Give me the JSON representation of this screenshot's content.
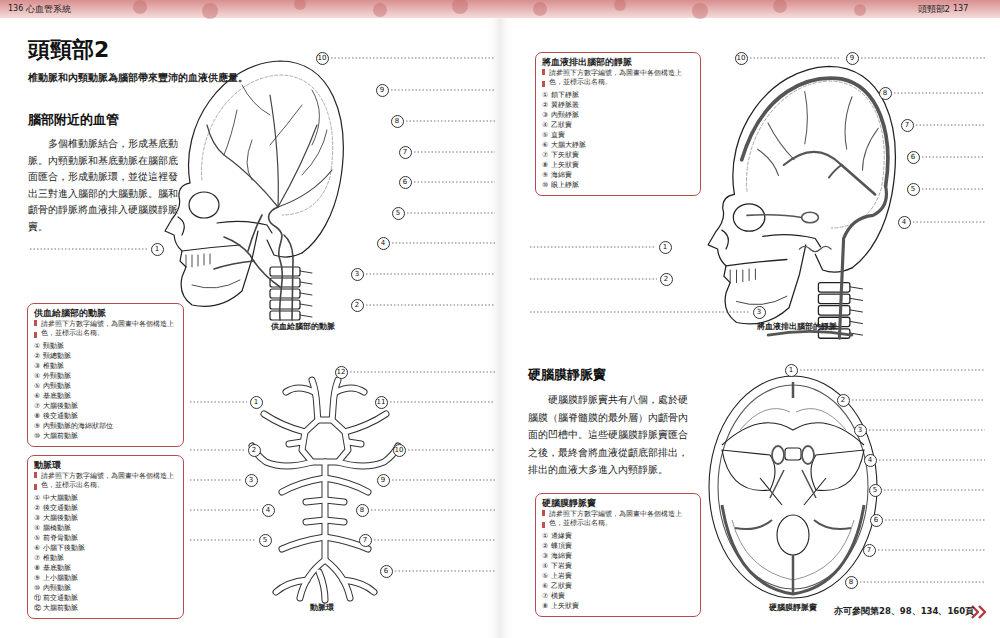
{
  "diagram": {
    "title": "頭頸部2",
    "nodes": [
      {
        "text": [
          "供血給腦部的動脈",
          "請參照下方數字編號，為圖畫中各個構造上色，並標示出名稱。",
          "① 頸動脈",
          "② 頸總動脈",
          "③ 椎動脈",
          "④ 外頸動脈",
          "⑤ 內頸動脈",
          "⑥ 基底動脈",
          "⑦ 大腦後動脈",
          "⑧ 後交通動脈",
          "⑨ 內頸動脈的海綿狀部位",
          "⑩ 大腦前動脈"
        ]
      },
      {
        "text": [
          "動脈環",
          "請參照下方數字編號，為圖畫中各個構造上色，並標示出名稱。",
          "① 中大腦動脈",
          "② 後交通動脈",
          "③ 大腦後動脈",
          "④ 腦橋動脈",
          "⑤ 前脊骨動脈",
          "⑥ 小腦下後動脈",
          "⑦ 椎動脈",
          "⑧ 基底動脈",
          "⑨ 上小腦動脈",
          "⑩ 內頸動脈",
          "⑪ 前交通動脈",
          "⑫ 大腦前動脈"
        ]
      },
      {
        "text": [
          "1"
        ]
      },
      {
        "text": [
          "2"
        ]
      },
      {
        "text": [
          "3"
        ]
      },
      {
        "text": [
          "4"
        ]
      },
      {
        "text": [
          "5"
        ]
      },
      {
        "text": [
          "6"
        ]
      },
      {
        "text": [
          "7"
        ]
      },
      {
        "text": [
          "8"
        ]
      },
      {
        "text": [
          "9"
        ]
      },
      {
        "text": [
          "10"
        ]
      },
      {
        "text": [
          "1"
        ]
      },
      {
        "text": [
          "2"
        ]
      },
      {
        "text": [
          "3"
        ]
      },
      {
        "text": [
          "4"
        ]
      },
      {
        "text": [
          "5"
        ]
      },
      {
        "text": [
          "6"
        ]
      },
      {
        "text": [
          "7"
        ]
      },
      {
        "text": [
          "8"
        ]
      },
      {
        "text": [
          "9"
        ]
      },
      {
        "text": [
          "10"
        ]
      },
      {
        "text": [
          "11"
        ]
      },
      {
        "text": [
          "12"
        ]
      },
      {
        "text": [
          "將血液排出腦部的靜脈",
          "請參照下方數字編號，為圖畫中各個構造上色，並標示出名稱。",
          "① 鎖下靜脈",
          "② 翼靜脈叢",
          "③ 內頸靜脈",
          "④ 乙狀竇",
          "⑤ 直竇",
          "⑥ 大腦大靜脈",
          "⑦ 下矢狀竇",
          "⑧ 上矢狀竇",
          "⑨ 海綿竇",
          "⑩ 眼上靜脈"
        ]
      },
      {
        "text": [
          "1"
        ]
      },
      {
        "text": [
          "2"
        ]
      },
      {
        "text": [
          "3"
        ]
      },
      {
        "text": [
          "4"
        ]
      },
      {
        "text": [
          "5"
        ]
      },
      {
        "text": [
          "6"
        ]
      },
      {
        "text": [
          "7"
        ]
      },
      {
        "text": [
          "8"
        ]
      },
      {
        "text": [
          "9"
        ]
      },
      {
        "text": [
          "10"
        ]
      },
      {
        "text": [
          "硬腦膜靜脈竇",
          "請參照下方數字編號，為圖畫中各個構造上色，並標示出名稱。",
          "① 邊緣竇",
          "② 蝶頂竇",
          "③ 海綿竇",
          "④ 下岩竇",
          "⑤ 上岩竇",
          "⑥ 乙狀竇",
          "⑦ 橫竇",
          "⑧ 上矢狀竇"
        ]
      },
      {
        "text": [
          "1"
        ]
      },
      {
        "text": [
          "2"
        ]
      },
      {
        "text": [
          "3"
        ]
      },
      {
        "text": [
          "4"
        ]
      },
      {
        "text": [
          "5"
        ]
      },
      {
        "text": [
          "6"
        ]
      },
      {
        "text": [
          "7"
        ]
      },
      {
        "text": [
          "8"
        ]
      }
    ],
    "labels": [
      "136",
      "心血管系統",
      "頭頸部2",
      "137",
      "椎動脈和內頸動脈為腦部帶來豐沛的血液供應量。",
      "腦部附近的血管",
      "多個椎動脈結合，形成基底動脈。內頸動脈和基底動脈在腦部底面匯合，形成動脈環，並從這裡發出三對進入腦部的大腦動脈。腦和顱骨的靜脈將血液排入硬腦膜靜脈竇。",
      "供血給腦部的動脈",
      "動脈環",
      "將血液排出腦部的靜脈",
      "硬腦膜靜脈竇",
      "硬腦膜靜脈竇共有八個，處於硬腦膜（腦脊髓膜的最外層）內顱骨內面的凹槽中。這些硬腦膜靜脈竇匯合之後，最終會將血液從顱底部排出，排出的血液大多進入內頸靜脈。",
      "硬腦膜靜脈竇",
      "亦可參閱第28、98、134、160頁"
    ]
  }
}
